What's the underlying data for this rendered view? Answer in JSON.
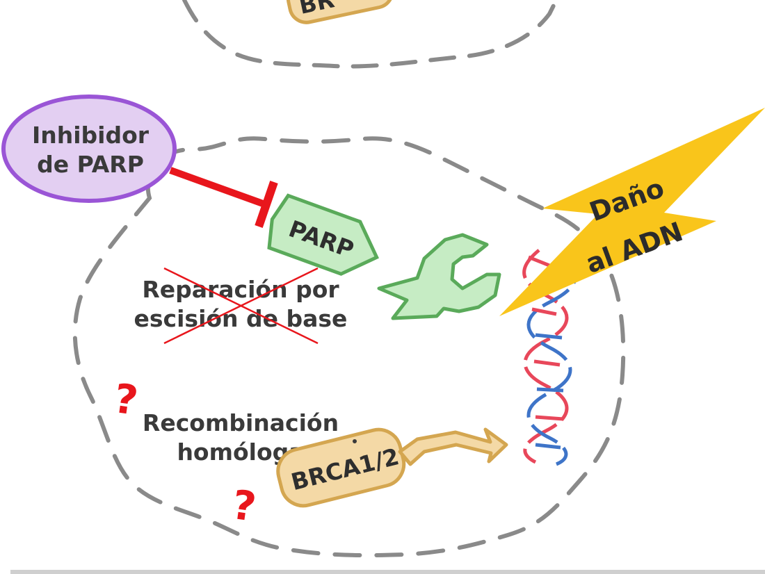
{
  "inhibitor": {
    "line1": "Inhibidor",
    "line2": "de PARP"
  },
  "damage": {
    "line1": "Daño",
    "line2": "al ADN"
  },
  "parp_label": "PARP",
  "ber": {
    "line1": "Reparación por",
    "line2": "escisión de base"
  },
  "hr": {
    "line1": "Recombinación",
    "line2": "homóloga"
  },
  "brca_label": "BRCA1/2",
  "brca_top_label": "BR",
  "question_mark": "?",
  "colors": {
    "inhibitor_fill": "#e3cff2",
    "inhibitor_stroke": "#9a55d6",
    "inhibit_line": "#e8161c",
    "parp_fill": "#c6ecc4",
    "parp_stroke": "#5aaa5a",
    "brca_fill": "#f4d9a6",
    "brca_stroke": "#d4a650",
    "bolt": "#f9c51b",
    "dna_red": "#e8475a",
    "dna_blue": "#3e74c8",
    "question": "#e8161c",
    "cross": "#e8161c",
    "cell_border": "#8a8a8a"
  }
}
